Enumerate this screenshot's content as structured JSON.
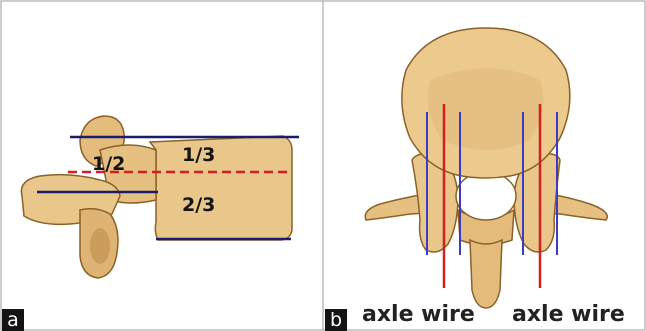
{
  "panel_a": {
    "tag": "a",
    "fraction_half": "1/2",
    "fraction_upper": "1/3",
    "fraction_lower": "2/3"
  },
  "panel_b": {
    "tag": "b",
    "axle_label_left": "axle wire",
    "axle_label_right": "axle wire"
  },
  "colors": {
    "bone": "#e9c78a",
    "bone_shadow": "#c99a52",
    "bone_outline": "#8a6228",
    "navy_line": "#1c1c6e",
    "red_line": "#d21f1f",
    "blue_line": "#3b3bc8"
  }
}
